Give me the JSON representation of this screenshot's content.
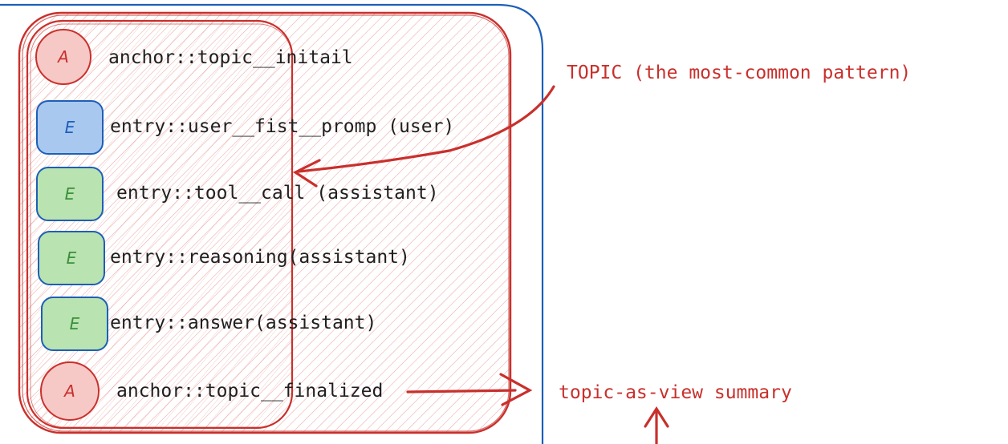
{
  "diagram": {
    "rows": [
      {
        "badge": "A",
        "label": "anchor::topic__initail"
      },
      {
        "badge": "E",
        "label": "entry::user__fist__promp (user)"
      },
      {
        "badge": "E",
        "label": "entry::tool__call (assistant)"
      },
      {
        "badge": "E",
        "label": "entry::reasoning(assistant)"
      },
      {
        "badge": "E",
        "label": "entry::answer(assistant)"
      },
      {
        "badge": "A",
        "label": "anchor::topic__finalized"
      }
    ],
    "annotations": {
      "topic": "TOPIC (the most-common pattern)",
      "summary": "topic-as-view summary"
    },
    "colors": {
      "red": "#c9302c",
      "red_fill": "#f6c8c6",
      "blue": "#1d5fb8",
      "blue_fill": "#a9c8f0",
      "green": "#3a8f3a",
      "green_fill": "#b9e3b0",
      "outer_frame": "#1d5fb8"
    }
  }
}
